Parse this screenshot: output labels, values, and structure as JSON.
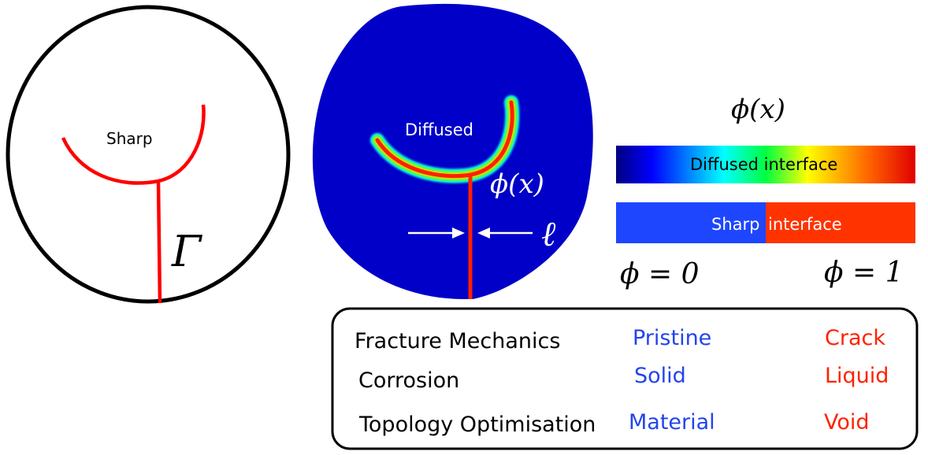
{
  "sharp_panel": {
    "label": "Sharp",
    "gamma_symbol": "Γ"
  },
  "diffused_panel": {
    "label": "Diffused",
    "phi_label": "ϕ(x)",
    "length_symbol": "ℓ"
  },
  "legend": {
    "title": "ϕ(x)",
    "diffused_bar_label": "Diffused interface",
    "sharp_bar_label_left": "Sharp",
    "sharp_bar_label_right": "interface",
    "phi_zero": "ϕ = 0",
    "phi_one": "ϕ = 1"
  },
  "table": {
    "rows": [
      {
        "application": "Fracture Mechanics",
        "phi0": "Pristine",
        "phi1": "Crack"
      },
      {
        "application": "Corrosion",
        "phi0": "Solid",
        "phi1": "Liquid"
      },
      {
        "application": "Topology Optimisation",
        "phi0": "Material",
        "phi1": "Void"
      }
    ]
  },
  "colors": {
    "crack_red": "#ff0000",
    "domain_blue": "#0000c8",
    "sharp_blue": "#1e46ff",
    "sharp_red": "#ff3300",
    "label_blue": "#2244ee",
    "label_red": "#ff2200"
  }
}
